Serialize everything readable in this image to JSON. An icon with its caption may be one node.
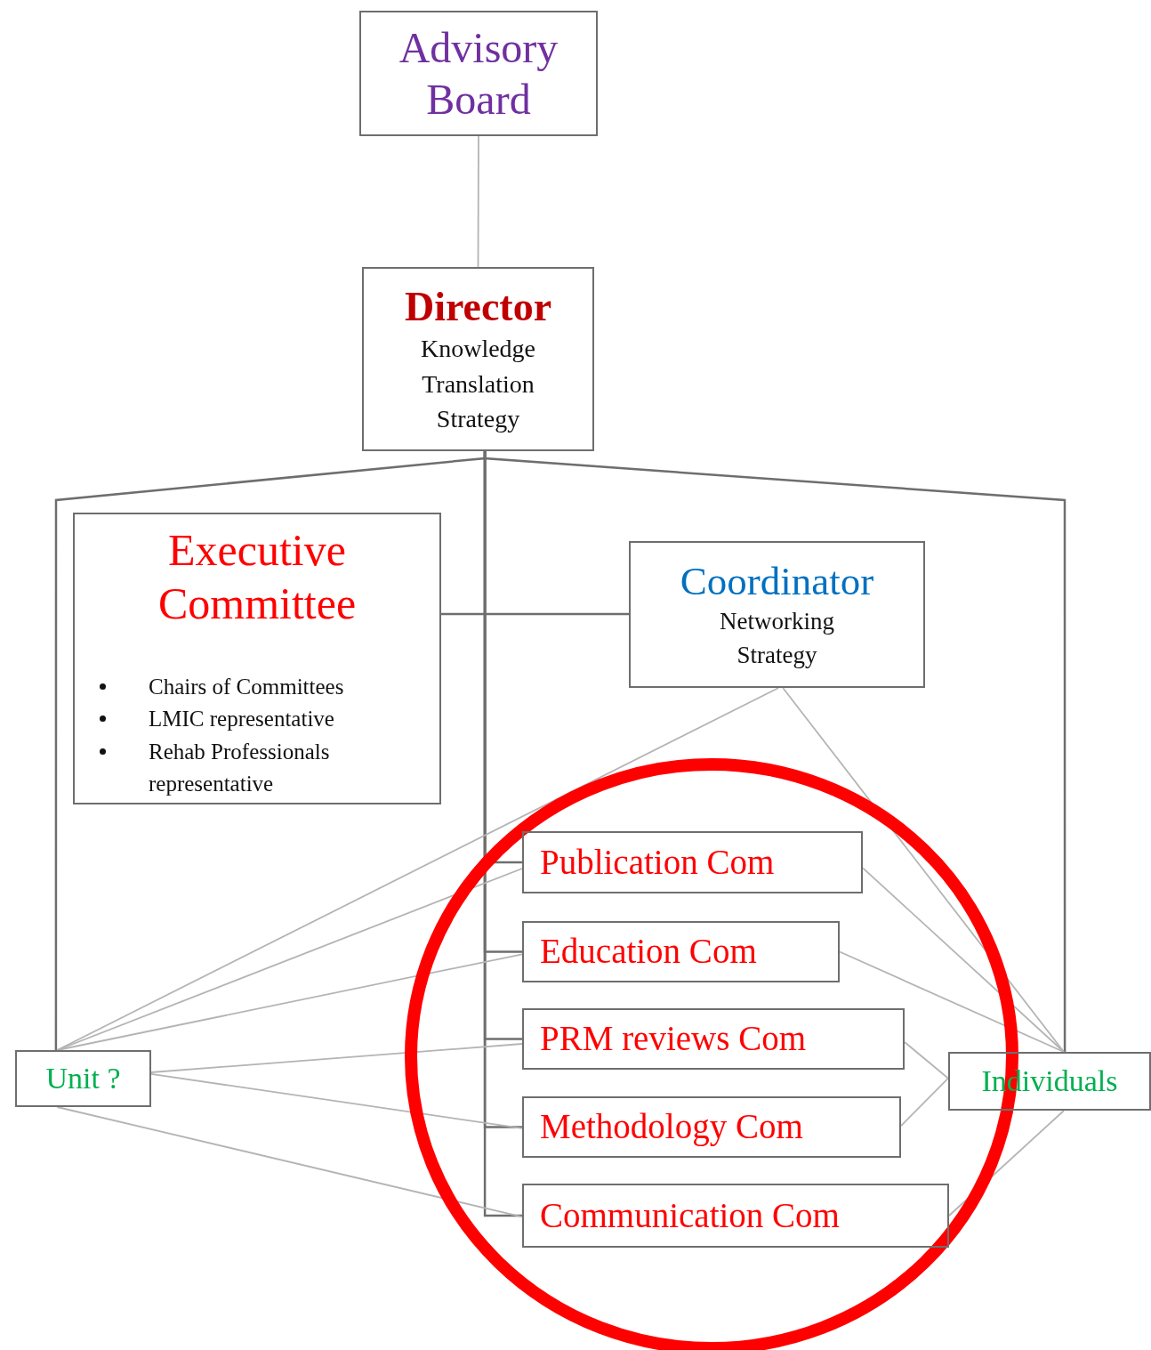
{
  "diagram": {
    "nodes": [
      {
        "text": [
          "Advisory Board"
        ]
      },
      {
        "text": [
          "Director",
          "Knowledge Translation Strategy"
        ]
      },
      {
        "text": [
          "Executive Committee",
          "Chairs of Committees",
          "LMIC representative",
          "Rehab Professionals representative"
        ]
      },
      {
        "text": [
          "Coordinator",
          "Networking Strategy"
        ]
      },
      {
        "text": [
          "Publication Com"
        ]
      },
      {
        "text": [
          "Education Com"
        ]
      },
      {
        "text": [
          "PRM reviews  Com"
        ]
      },
      {
        "text": [
          "Methodology Com"
        ]
      },
      {
        "text": [
          "Communication Com"
        ]
      },
      {
        "text": [
          "Unit  ?"
        ]
      },
      {
        "text": [
          "Individuals"
        ]
      }
    ],
    "edges": [
      {
        "from": 0,
        "to": 1,
        "arrow": "none"
      },
      {
        "from": 1,
        "to": 9,
        "arrow": "none",
        "color": "#6e6e6e"
      },
      {
        "from": 1,
        "to": 10,
        "arrow": "none",
        "color": "#6e6e6e"
      },
      {
        "from": 1,
        "to": 4,
        "arrow": "none",
        "color": "#6e6e6e"
      },
      {
        "from": 1,
        "to": 5,
        "arrow": "none",
        "color": "#6e6e6e"
      },
      {
        "from": 1,
        "to": 6,
        "arrow": "none",
        "color": "#6e6e6e"
      },
      {
        "from": 1,
        "to": 7,
        "arrow": "none",
        "color": "#6e6e6e"
      },
      {
        "from": 1,
        "to": 8,
        "arrow": "none",
        "color": "#6e6e6e"
      },
      {
        "from": 2,
        "to": 3,
        "arrow": "none",
        "color": "#6e6e6e"
      },
      {
        "from": 9,
        "to": 3,
        "arrow": "none"
      },
      {
        "from": 9,
        "to": 4,
        "arrow": "none"
      },
      {
        "from": 9,
        "to": 5,
        "arrow": "none"
      },
      {
        "from": 9,
        "to": 6,
        "arrow": "none"
      },
      {
        "from": 9,
        "to": 7,
        "arrow": "none"
      },
      {
        "from": 9,
        "to": 8,
        "arrow": "none"
      },
      {
        "from": 10,
        "to": 3,
        "arrow": "none"
      },
      {
        "from": 10,
        "to": 4,
        "arrow": "none"
      },
      {
        "from": 10,
        "to": 5,
        "arrow": "none"
      },
      {
        "from": 10,
        "to": 6,
        "arrow": "none"
      },
      {
        "from": 10,
        "to": 7,
        "arrow": "none"
      },
      {
        "from": 10,
        "to": 8,
        "arrow": "none"
      }
    ]
  }
}
